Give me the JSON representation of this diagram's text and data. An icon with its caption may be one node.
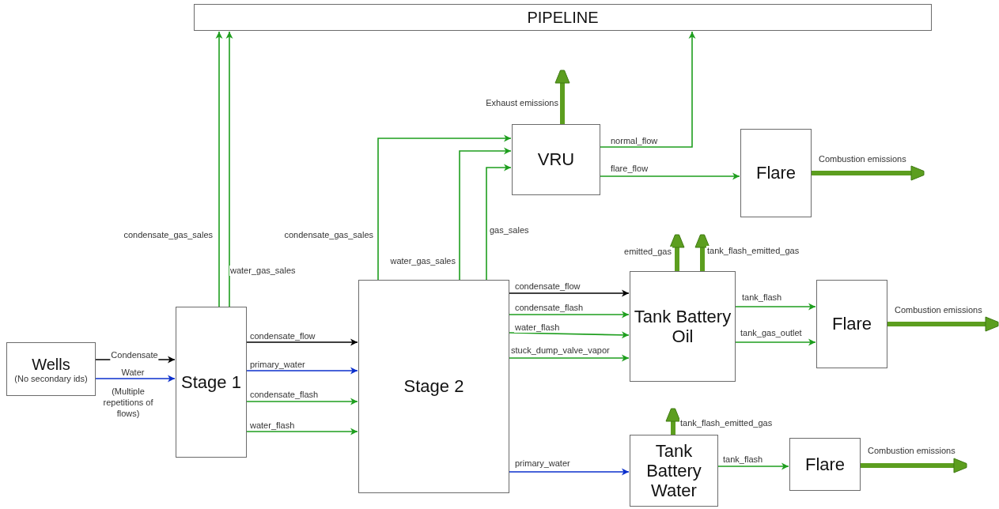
{
  "diagram": {
    "nodes": [
      {
        "text": [
          "PIPELINE"
        ]
      },
      {
        "text": [
          "Wells",
          "(No secondary ids)"
        ]
      },
      {
        "text": [
          "Stage 1"
        ]
      },
      {
        "text": [
          "Stage 2"
        ]
      },
      {
        "text": [
          "VRU"
        ]
      },
      {
        "text": [
          "Flare"
        ]
      },
      {
        "text": [
          "Tank Battery Oil"
        ]
      },
      {
        "text": [
          "Flare"
        ]
      },
      {
        "text": [
          "Tank Battery Water"
        ]
      },
      {
        "text": [
          "Flare"
        ]
      }
    ],
    "edges": [
      {
        "from": 1,
        "to": 2,
        "arrow": "to",
        "label": "Condensate",
        "color": "#000000"
      },
      {
        "from": 1,
        "to": 2,
        "arrow": "to",
        "label": "Water",
        "color": "#0b2fcc"
      },
      {
        "from": 2,
        "to": 0,
        "arrow": "to",
        "label": "condensate_gas_sales"
      },
      {
        "from": 2,
        "to": 0,
        "arrow": "to",
        "label": "water_gas_sales"
      },
      {
        "from": 2,
        "to": 3,
        "arrow": "to",
        "label": "condensate_flow",
        "color": "#000000"
      },
      {
        "from": 2,
        "to": 3,
        "arrow": "to",
        "label": "primary_water",
        "color": "#0b2fcc"
      },
      {
        "from": 2,
        "to": 3,
        "arrow": "to",
        "label": "condensate_flash"
      },
      {
        "from": 2,
        "to": 3,
        "arrow": "to",
        "label": "water_flash"
      },
      {
        "from": 3,
        "to": 4,
        "arrow": "to",
        "label": "condensate_gas_sales"
      },
      {
        "from": 3,
        "to": 4,
        "arrow": "to",
        "label": "water_gas_sales"
      },
      {
        "from": 3,
        "to": 4,
        "arrow": "to",
        "label": "gas_sales"
      },
      {
        "from": 4,
        "to": 0,
        "arrow": "to",
        "label": "normal_flow"
      },
      {
        "from": 4,
        "to": 5,
        "arrow": "to",
        "label": "flare_flow"
      },
      {
        "from": 4,
        "to": null,
        "arrow": "to",
        "label": "Exhaust emissions",
        "style": "thick",
        "color": "#5c9e1f"
      },
      {
        "from": 5,
        "to": null,
        "arrow": "to",
        "label": "Combustion emissions",
        "style": "thick",
        "color": "#5c9e1f"
      },
      {
        "from": 3,
        "to": 6,
        "arrow": "to",
        "label": "condensate_flow",
        "color": "#000000"
      },
      {
        "from": 3,
        "to": 6,
        "arrow": "to",
        "label": "condensate_flash"
      },
      {
        "from": 3,
        "to": 6,
        "arrow": "to",
        "label": "water_flash"
      },
      {
        "from": 3,
        "to": 6,
        "arrow": "to",
        "label": "stuck_dump_valve_vapor"
      },
      {
        "from": 6,
        "to": null,
        "arrow": "to",
        "label": "emitted_gas",
        "style": "thick",
        "color": "#5c9e1f"
      },
      {
        "from": 6,
        "to": null,
        "arrow": "to",
        "label": "tank_flash_emitted_gas",
        "style": "thick",
        "color": "#5c9e1f"
      },
      {
        "from": 6,
        "to": 7,
        "arrow": "to",
        "label": "tank_flash"
      },
      {
        "from": 6,
        "to": 7,
        "arrow": "to",
        "label": "tank_gas_outlet"
      },
      {
        "from": 7,
        "to": null,
        "arrow": "to",
        "label": "Combustion emissions",
        "style": "thick",
        "color": "#5c9e1f"
      },
      {
        "from": 3,
        "to": 8,
        "arrow": "to",
        "label": "primary_water",
        "color": "#0b2fcc"
      },
      {
        "from": 8,
        "to": null,
        "arrow": "to",
        "label": "tank_flash_emitted_gas",
        "style": "thick",
        "color": "#5c9e1f"
      },
      {
        "from": 8,
        "to": 9,
        "arrow": "to",
        "label": "tank_flash"
      },
      {
        "from": 9,
        "to": null,
        "arrow": "to",
        "label": "Combustion emissions",
        "style": "thick",
        "color": "#5c9e1f"
      }
    ],
    "labels": [
      "(Multiple repetitions of flows)"
    ]
  }
}
